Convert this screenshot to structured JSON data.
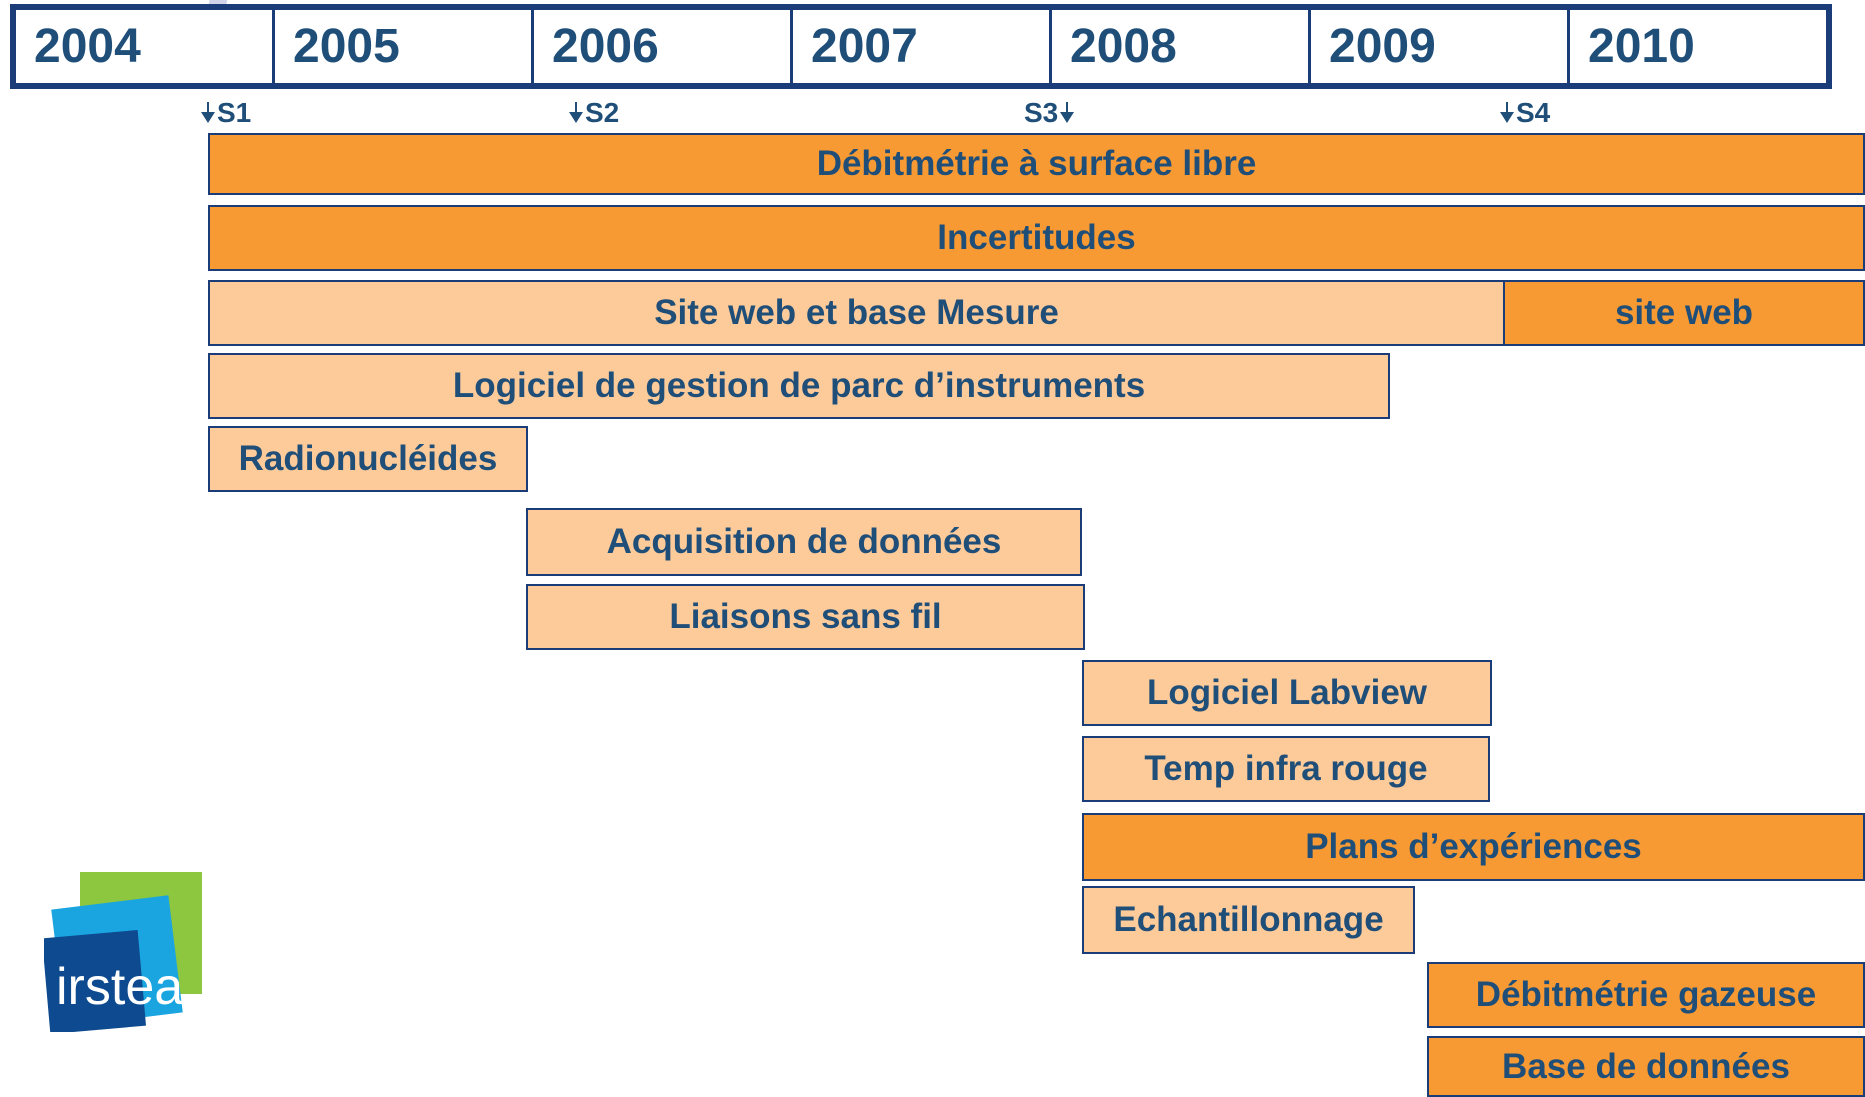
{
  "timeline": {
    "years": [
      "2004",
      "2005",
      "2006",
      "2007",
      "2008",
      "2009",
      "2010"
    ],
    "milestones": [
      "S1",
      "S2",
      "S3",
      "S4"
    ]
  },
  "tasks": [
    {
      "label": "Débitmétrie à surface libre",
      "style": "dark"
    },
    {
      "label": "Incertitudes",
      "style": "dark"
    },
    {
      "label": "Site web et base Mesure",
      "style": "light"
    },
    {
      "label": "site web",
      "style": "dark"
    },
    {
      "label": "Logiciel de gestion de parc d’instruments",
      "style": "light"
    },
    {
      "label": "Radionucléides",
      "style": "light"
    },
    {
      "label": "Acquisition de données",
      "style": "light"
    },
    {
      "label": "Liaisons sans fil",
      "style": "light"
    },
    {
      "label": "Logiciel Labview",
      "style": "light"
    },
    {
      "label": "Temp infra rouge",
      "style": "light"
    },
    {
      "label": "Plans d’expériences",
      "style": "dark"
    },
    {
      "label": "Echantillonnage",
      "style": "light"
    },
    {
      "label": "Débitmétrie gazeuse",
      "style": "dark"
    },
    {
      "label": "Base de données",
      "style": "dark"
    }
  ],
  "logo": {
    "text": "irstea"
  },
  "colors": {
    "navy": "#1a3c78",
    "text": "#1f4e79",
    "orange_dark": "#f89a33",
    "orange_light": "#fdca99",
    "logo_green": "#8dc63f",
    "logo_cyan": "#1aa5e0",
    "logo_blue": "#0d4a8f"
  }
}
